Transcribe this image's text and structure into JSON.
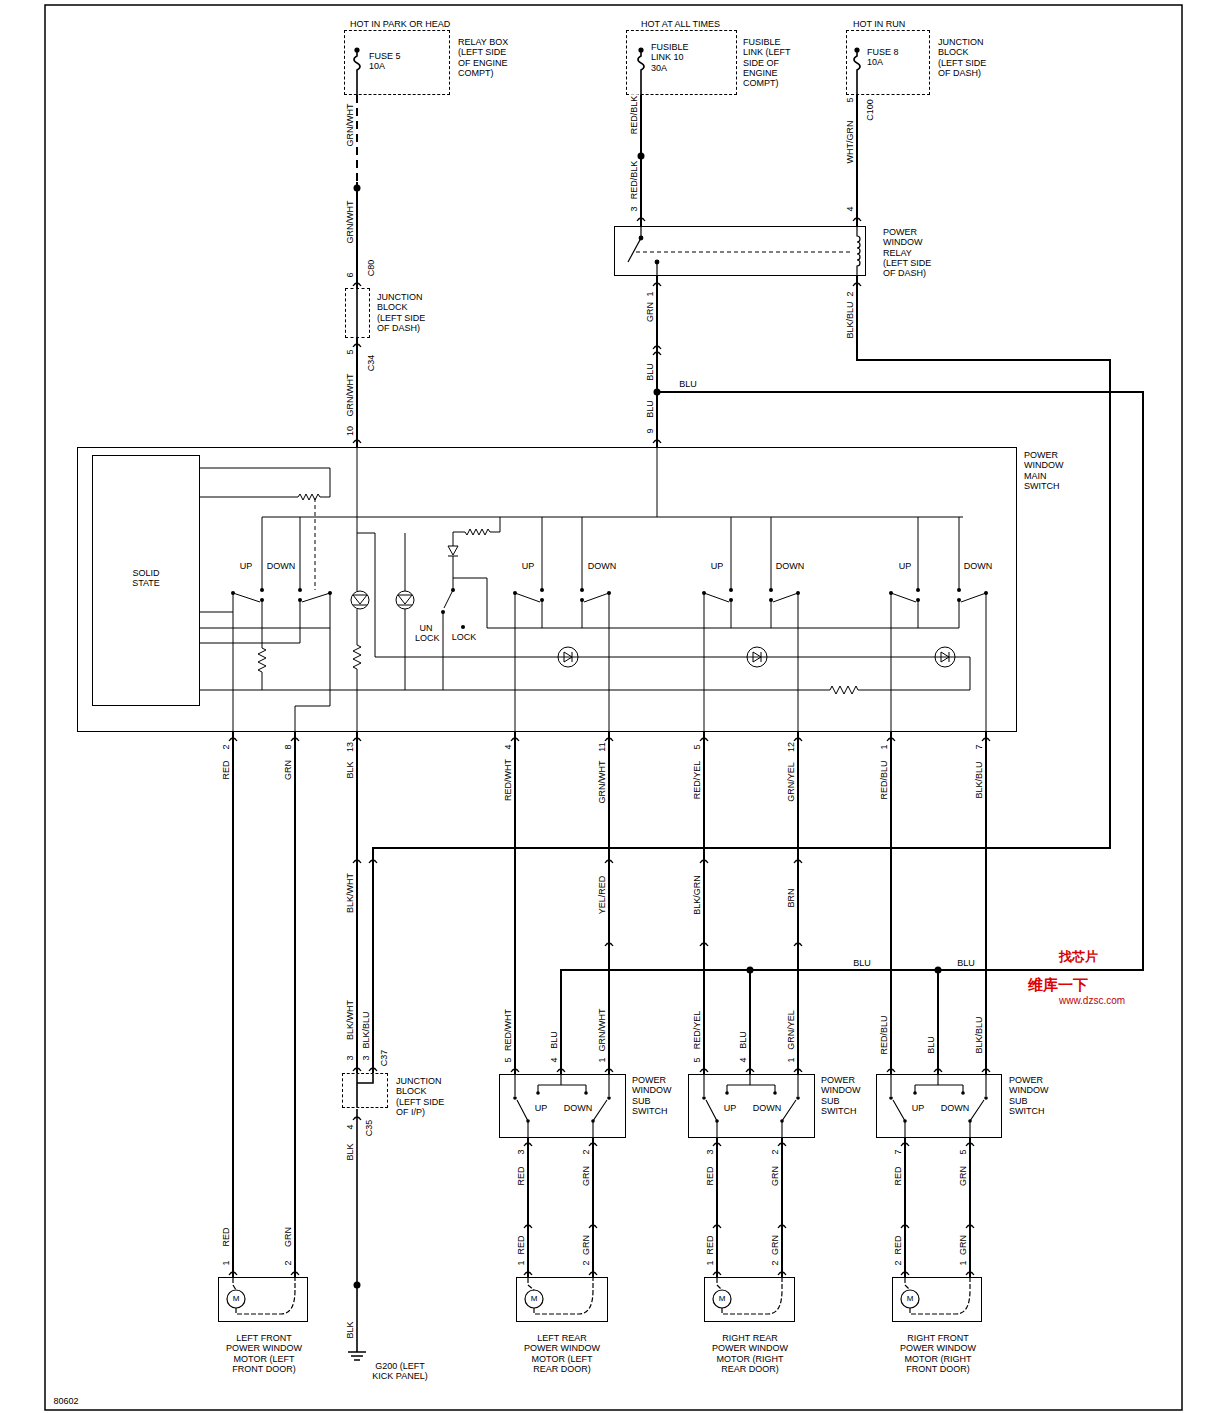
{
  "diagram": {
    "nodes": [
      {
        "text": [
          "HOT IN PARK OR HEAD",
          "FUSE 5 10A",
          "RELAY BOX (LEFT SIDE OF ENGINE COMPT)"
        ]
      },
      {
        "text": [
          "HOT AT ALL TIMES",
          "FUSIBLE LINK 10 30A",
          "FUSIBLE LINK (LEFT SIDE OF ENGINE COMPT)"
        ]
      },
      {
        "text": [
          "HOT IN RUN",
          "FUSE 8 10A",
          "JUNCTION BLOCK (LEFT SIDE OF DASH)"
        ]
      },
      {
        "text": [
          "JUNCTION BLOCK (LEFT SIDE OF DASH)"
        ]
      },
      {
        "text": [
          "POWER WINDOW RELAY (LEFT SIDE OF DASH)"
        ]
      },
      {
        "text": [
          "POWER WINDOW MAIN SWITCH"
        ]
      },
      {
        "text": [
          "SOLID STATE"
        ],
        "in": 5
      },
      {
        "text": [
          "JUNCTION BLOCK (LEFT SIDE OF I/P)"
        ]
      },
      {
        "text": [
          "POWER WINDOW SUB SWITCH"
        ]
      },
      {
        "text": [
          "POWER WINDOW SUB SWITCH"
        ]
      },
      {
        "text": [
          "POWER WINDOW SUB SWITCH"
        ]
      },
      {
        "text": [
          "LEFT FRONT POWER WINDOW MOTOR (LEFT FRONT DOOR)"
        ]
      },
      {
        "text": [
          "LEFT REAR POWER WINDOW MOTOR (LEFT REAR DOOR)"
        ]
      },
      {
        "text": [
          "RIGHT REAR POWER WINDOW MOTOR (RIGHT REAR DOOR)"
        ]
      },
      {
        "text": [
          "RIGHT FRONT POWER WINDOW MOTOR (RIGHT FRONT DOOR)"
        ]
      }
    ],
    "edges": [
      {
        "from": 0,
        "to": 3,
        "arrow": "none"
      },
      {
        "from": 3,
        "to": 5,
        "arrow": "none"
      },
      {
        "from": 1,
        "to": 4,
        "arrow": "none"
      },
      {
        "from": 2,
        "to": 4,
        "arrow": "none"
      },
      {
        "from": 4,
        "to": 5,
        "arrow": "none"
      },
      {
        "from": 4,
        "to": 7,
        "arrow": "none"
      },
      {
        "from": 4,
        "to": 8,
        "arrow": "none"
      },
      {
        "from": 4,
        "to": 9,
        "arrow": "none"
      },
      {
        "from": 4,
        "to": 10,
        "arrow": "none"
      },
      {
        "from": 5,
        "to": 7,
        "arrow": "none"
      },
      {
        "from": 5,
        "to": 8,
        "arrow": "none"
      },
      {
        "from": 5,
        "to": 8,
        "arrow": "none"
      },
      {
        "from": 5,
        "to": 9,
        "arrow": "none"
      },
      {
        "from": 5,
        "to": 9,
        "arrow": "none"
      },
      {
        "from": 5,
        "to": 10,
        "arrow": "none"
      },
      {
        "from": 5,
        "to": 10,
        "arrow": "none"
      },
      {
        "from": 5,
        "to": 11,
        "arrow": "none"
      },
      {
        "from": 5,
        "to": 11,
        "arrow": "none"
      },
      {
        "from": 8,
        "to": 12,
        "arrow": "none"
      },
      {
        "from": 8,
        "to": 12,
        "arrow": "none"
      },
      {
        "from": 9,
        "to": 13,
        "arrow": "none"
      },
      {
        "from": 9,
        "to": 13,
        "arrow": "none"
      },
      {
        "from": 10,
        "to": 14,
        "arrow": "none"
      },
      {
        "from": 10,
        "to": 14,
        "arrow": "none"
      }
    ],
    "labels": [
      "GRN/WHT",
      "GRN/WHT",
      "6",
      "C80",
      "5",
      "C34",
      "GRN/WHT",
      "10",
      "RED/BLK",
      "RED/BLK",
      "3",
      "5",
      "C100",
      "WHT/GRN",
      "4",
      "1",
      "GRN",
      "BLU",
      "BLU",
      "BLU",
      "9",
      "2",
      "BLK/BLU",
      "UP",
      "DOWN",
      "UN LOCK",
      "LOCK",
      "UP",
      "DOWN",
      "UP",
      "DOWN",
      "UP",
      "DOWN",
      "2",
      "RED",
      "8",
      "GRN",
      "13",
      "BLK",
      "4",
      "RED/WHT",
      "11",
      "GRN/WHT",
      "5",
      "RED/YEL",
      "12",
      "GRN/YEL",
      "1",
      "RED/BLU",
      "7",
      "BLK/BLU",
      "BLK/WHT",
      "YEL/RED",
      "BLK/GRN",
      "BRN",
      "BLU",
      "BLU",
      "BLK/WHT",
      "BLK/BLU",
      "3",
      "3",
      "C37",
      "RED/WHT",
      "BLU",
      "GRN/WHT",
      "5",
      "4",
      "1",
      "RED/YEL",
      "BLU",
      "GRN/YEL",
      "5",
      "4",
      "1",
      "RED/BLU",
      "BLU",
      "BLK/BLU",
      "UP",
      "DOWN",
      "UP",
      "DOWN",
      "UP",
      "DOWN",
      "4",
      "C35",
      "BLK",
      "3",
      "RED",
      "2",
      "GRN",
      "3",
      "RED",
      "2",
      "GRN",
      "7",
      "RED",
      "5",
      "GRN",
      "RED",
      "GRN",
      "RED",
      "GRN",
      "RED",
      "GRN",
      "RED",
      "GRN",
      "1",
      "2",
      "1",
      "2",
      "1",
      "2",
      "2",
      "1",
      "BLK",
      "G200 (LEFT KICK PANEL)",
      "80602",
      "找芯片",
      "维库一下",
      "www.dzsc.com",
      "M",
      "M",
      "M",
      "M"
    ]
  }
}
